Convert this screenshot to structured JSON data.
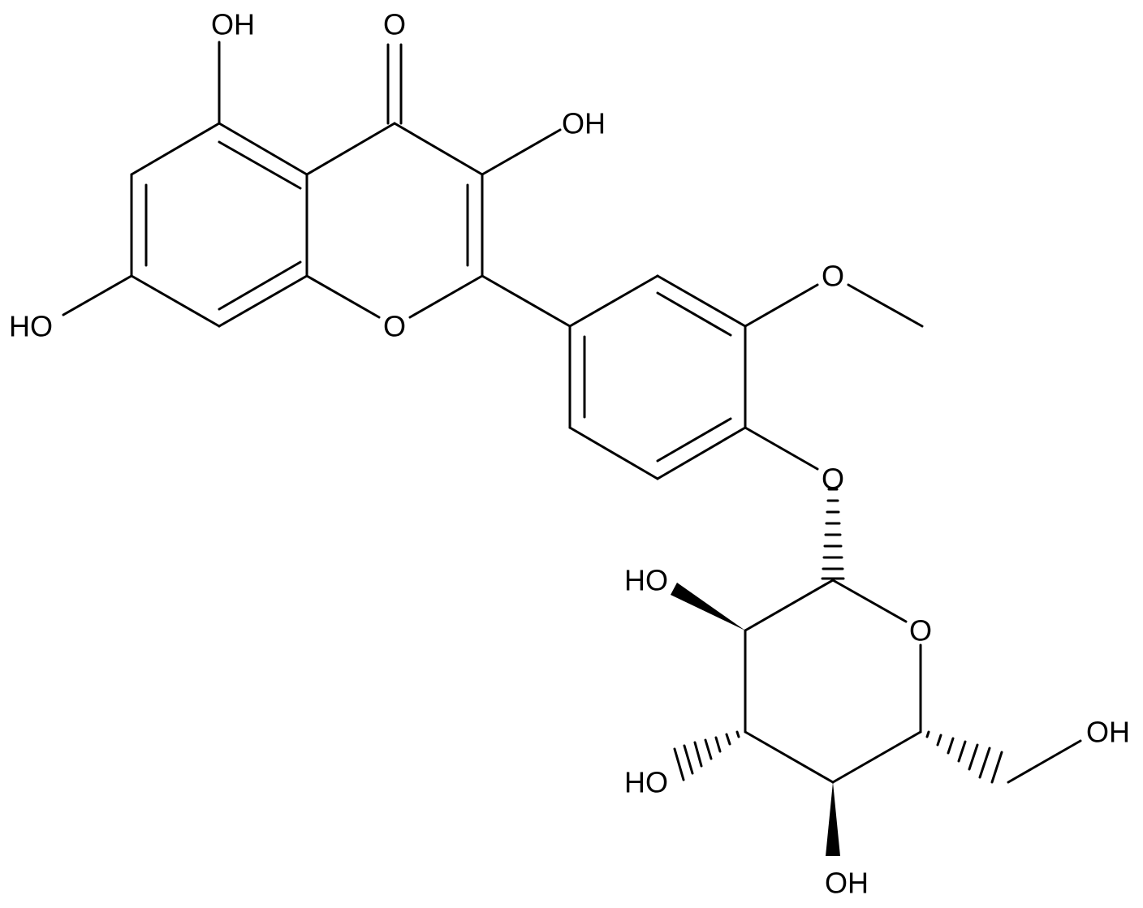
{
  "molecule": {
    "atom_labels": {
      "oh_5": "OH",
      "carbonyl_o": "O",
      "oh_3": "OH",
      "oh_7": "HO",
      "ring_o": "O",
      "methoxy_o": "O",
      "glycosidic_o": "O",
      "oh_sugar_2": "HO",
      "pyranose_o": "O",
      "oh_sugar_3": "HO",
      "oh_6prime": "OH",
      "oh_sugar_4": "OH"
    }
  }
}
